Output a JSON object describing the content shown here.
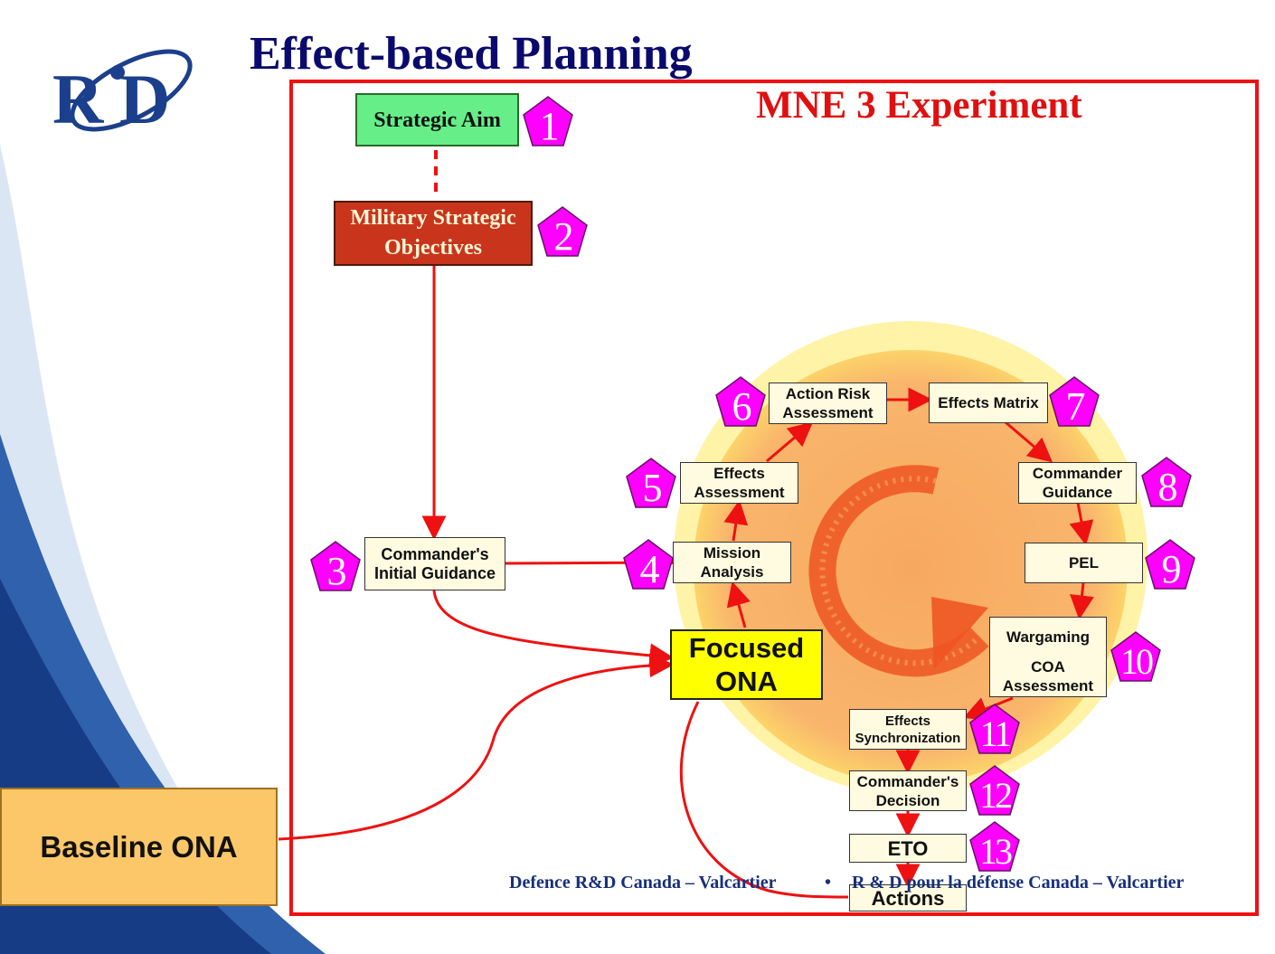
{
  "title": "Effect-based Planning",
  "subtitle": "MNE 3 Experiment",
  "colors": {
    "frame": "#ee1111",
    "badge": "#ff00ff",
    "arrow": "#ee1111",
    "title": "#0a0a6e"
  },
  "icons": {
    "logo": "rd-logo-icon",
    "cycle": "circular-arrow-icon"
  },
  "boxes": {
    "strategic_aim": "Strategic Aim",
    "military_strategic_objectives": "Military Strategic Objectives",
    "commanders_initial_guidance": "Commander's Initial Guidance",
    "mission_analysis": "Mission Analysis",
    "effects_assessment": "Effects Assessment",
    "action_risk_assessment": "Action Risk Assessment",
    "effects_matrix": "Effects Matrix",
    "commander_guidance": "Commander Guidance",
    "pel": "PEL",
    "wargaming": "Wargaming",
    "coa_assessment": "COA Assessment",
    "effects_synchronization": "Effects Synchronization",
    "commanders_decision": "Commander's Decision",
    "eto": "ETO",
    "actions": "Actions",
    "focused_ona": "Focused ONA",
    "baseline_ona": "Baseline ONA"
  },
  "badges": [
    "1",
    "2",
    "3",
    "4",
    "5",
    "6",
    "7",
    "8",
    "9",
    "10",
    "11",
    "12",
    "13"
  ],
  "footer": {
    "left": "Defence R&D Canada – Valcartier",
    "separator": "•",
    "right": "R & D pour la défense Canada – Valcartier"
  }
}
